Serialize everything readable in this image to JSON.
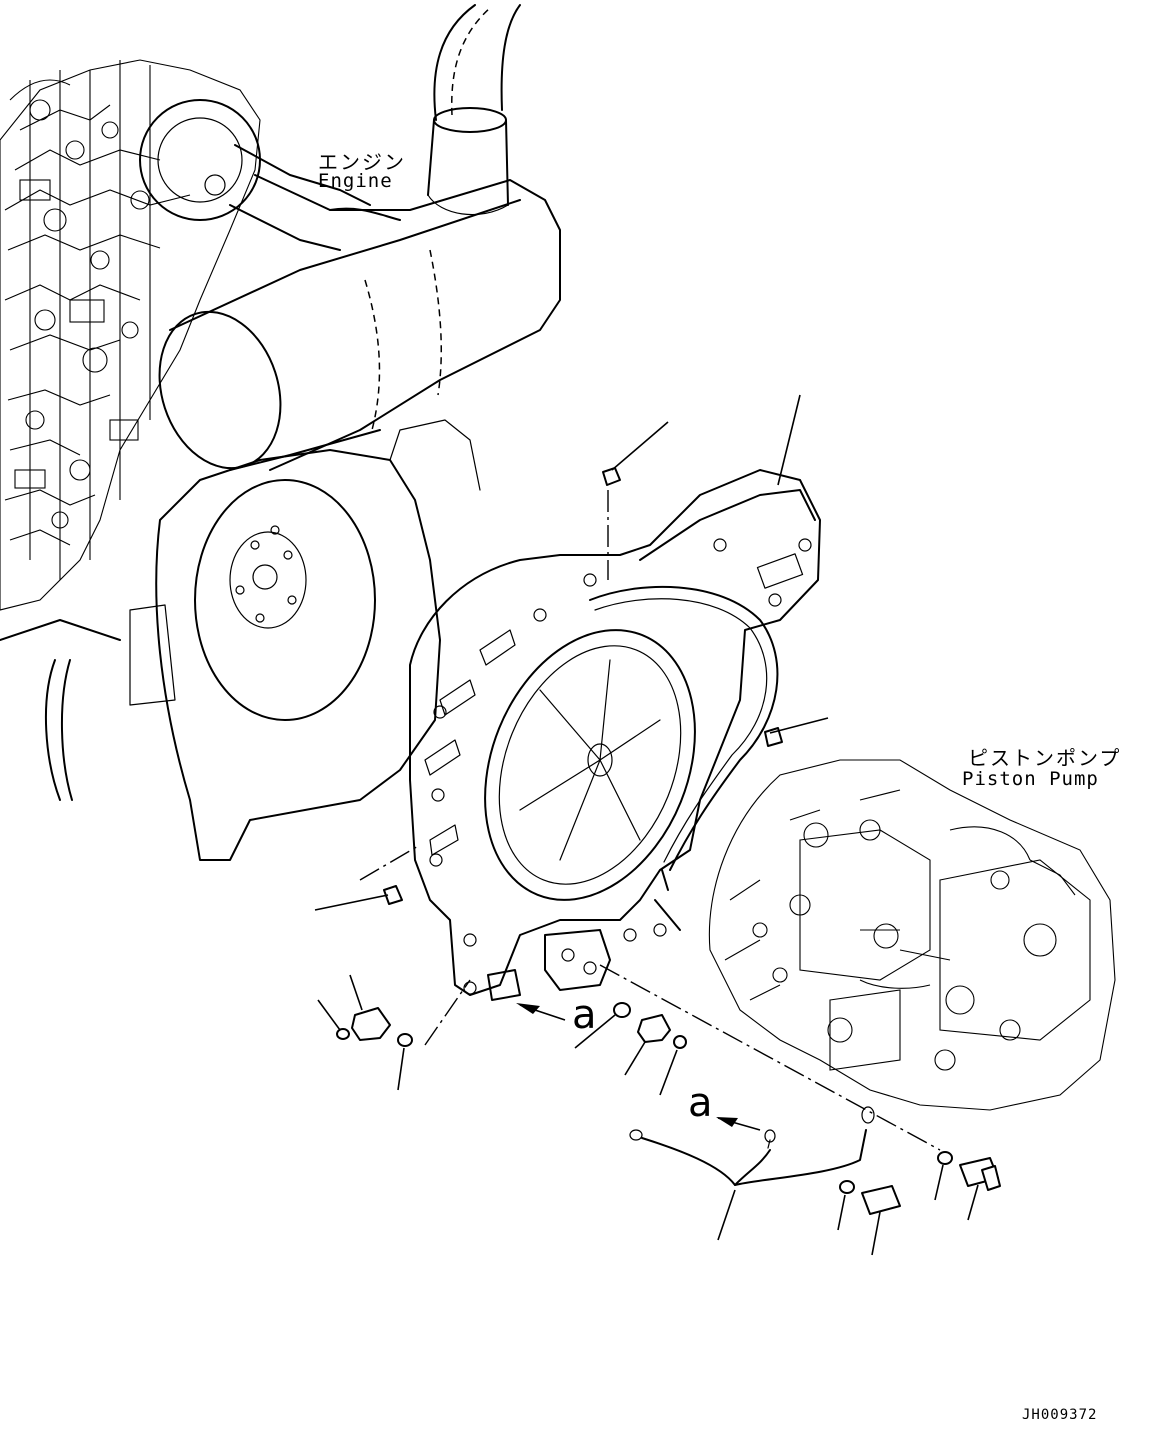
{
  "callouts": {
    "engine_jp": "エンジン",
    "engine_en": "Engine",
    "pump_jp": "ピストンポンプ",
    "pump_en": "Piston Pump"
  },
  "view_markers": [
    "a",
    "a"
  ],
  "figure_number": "JH009372"
}
